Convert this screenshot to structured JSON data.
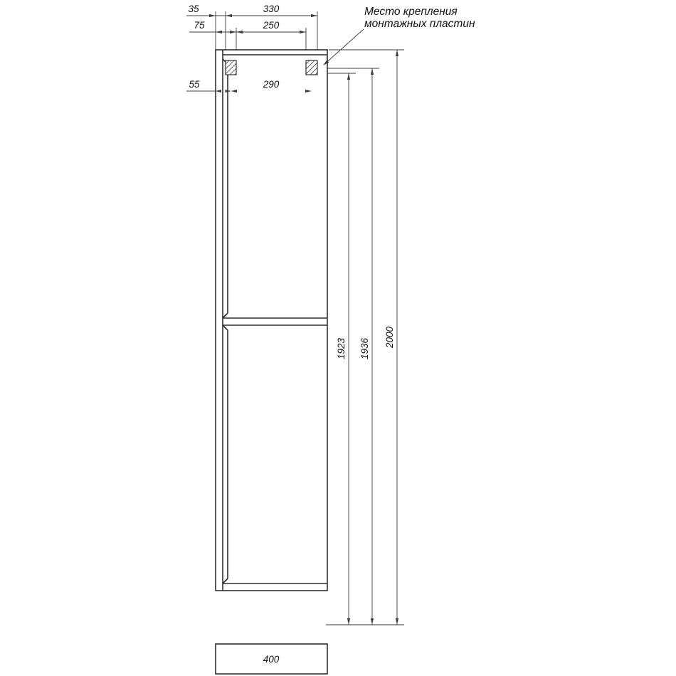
{
  "drawing": {
    "note_line1": "Место крепления",
    "note_line2": "монтажных пластин",
    "dims": {
      "w35": "35",
      "w330": "330",
      "w75": "75",
      "w250": "250",
      "w55": "55",
      "w290": "290",
      "h1923": "1923",
      "h1936": "1936",
      "h2000": "2000",
      "w400": "400"
    },
    "colors": {
      "object_line": "#2e2e2e",
      "dim_line": "#3c3c3c",
      "text": "#111111",
      "background": "#ffffff"
    }
  }
}
